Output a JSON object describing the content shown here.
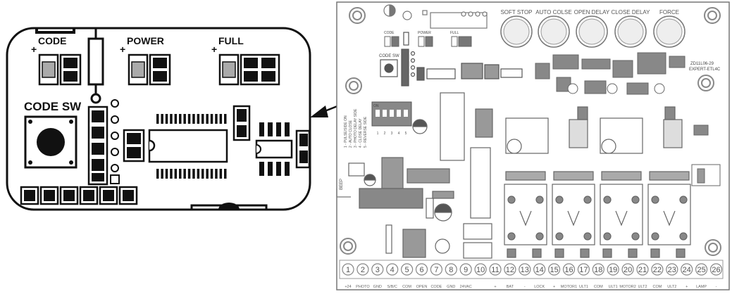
{
  "zoom_panel": {
    "labels": {
      "code": "CODE",
      "power": "POWER",
      "full": "FULL",
      "code_sw": "CODE SW",
      "plus": "+"
    }
  },
  "board": {
    "pots": [
      "SOFT STOP",
      "AUTO COLSE",
      "OPEN DELAY",
      "CLOSE DELAY",
      "FORCE"
    ],
    "small_labels": {
      "code": "CODE",
      "power": "POWER",
      "full": "FULL",
      "code_sw": "CODE SW",
      "version": "ZD11L06-29",
      "model": "EXPERT-ETL4C",
      "dip_on": "ON",
      "beep": "BEEP"
    },
    "dip_numbers": [
      "1",
      "2",
      "3",
      "4",
      "5"
    ],
    "dip_legend": [
      "1 - PULSE/SIDE ON",
      "2 - AUTO CLOSE",
      "3 - PHOTO DELAY SIDE",
      "4 - CLOSE DELAY",
      "5 - REVERSE SIDE"
    ],
    "terminal_numbers": [
      "1",
      "2",
      "3",
      "4",
      "5",
      "6",
      "7",
      "8",
      "9",
      "10",
      "11",
      "12",
      "13",
      "14",
      "15",
      "16",
      "17",
      "18",
      "19",
      "20",
      "21",
      "22",
      "23",
      "24",
      "25",
      "26"
    ],
    "terminal_labels": [
      "+24",
      "PHOTO",
      "GND",
      "S/B/C",
      "COM",
      "OPEN",
      "CODE",
      "GND",
      "24VAC",
      "",
      "+",
      "BAT",
      "-",
      "LOCK",
      "+",
      "MOTOR1",
      "ULT1",
      "COM",
      "ULT1",
      "MOTOR2",
      "ULT2",
      "COM",
      "ULT2",
      "+",
      "LAMP",
      "-"
    ]
  }
}
